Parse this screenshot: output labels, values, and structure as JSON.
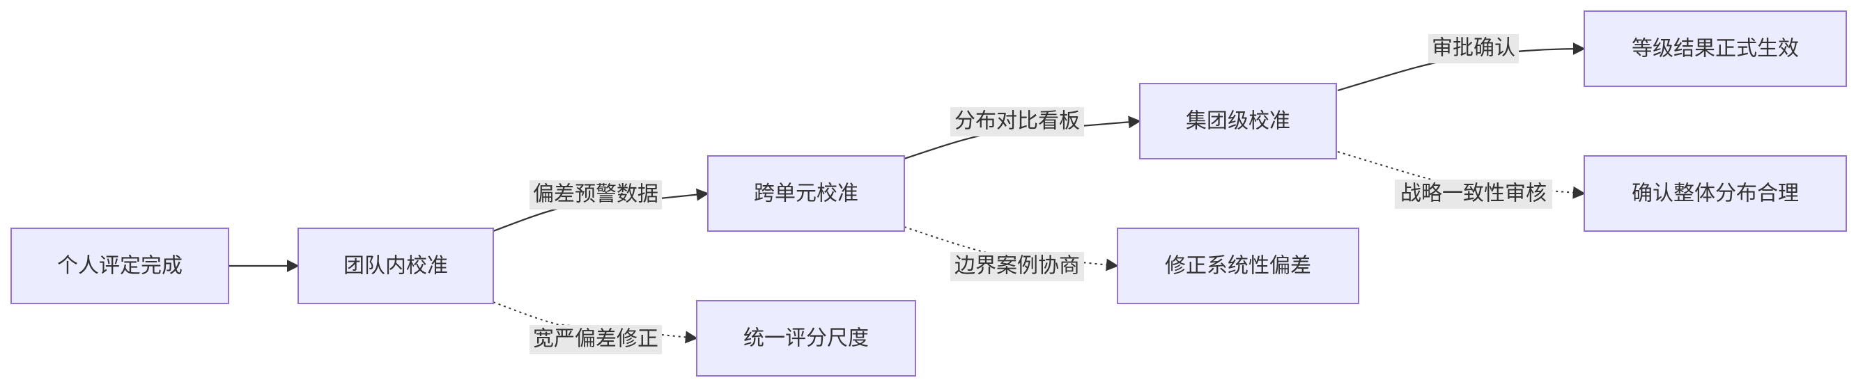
{
  "nodes": {
    "personal": "个人评定完成",
    "team": "团队内校准",
    "cross": "跨单元校准",
    "unify": "统一评分尺度",
    "group": "集团级校准",
    "fix": "修正系统性偏差",
    "effective": "等级结果正式生效",
    "confirm": "确认整体分布合理"
  },
  "edges": {
    "deviation_data": "偏差预警数据",
    "strict_fix": "宽严偏差修正",
    "distribution_board": "分布对比看板",
    "boundary_case": "边界案例协商",
    "approval": "审批确认",
    "strategy_review": "战略一致性审核"
  }
}
